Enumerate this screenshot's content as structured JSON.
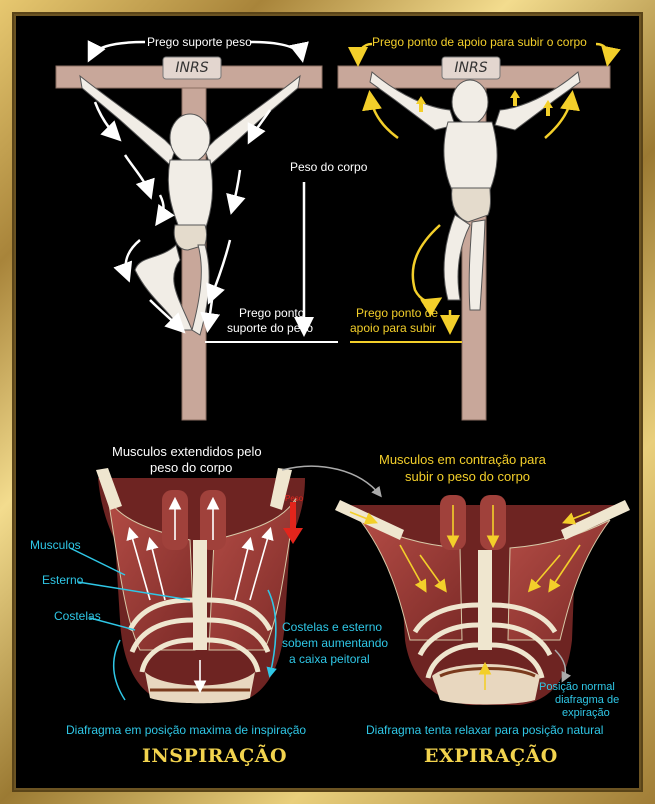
{
  "crucifix_left": {
    "plaque": "INRS",
    "top_label": "Prego suporte peso",
    "body_weight_label": "Peso do corpo",
    "foot_label_line1": "Prego ponto",
    "foot_label_line2": "suporte do peso"
  },
  "crucifix_right": {
    "plaque": "INRS",
    "top_label": "Prego ponto de apoio para subir o corpo",
    "foot_label_line1": "Prego ponto de",
    "foot_label_line2": "apoio para subir"
  },
  "torso_left": {
    "top_label_line1": "Musculos extendidos pelo",
    "top_label_line2": "peso do corpo",
    "weight_label": "Peso",
    "musculos": "Musculos",
    "esterno": "Esterno",
    "costelas": "Costelas",
    "ribs_label_line1": "Costelas e esterno",
    "ribs_label_line2": "sobem aumentando",
    "ribs_label_line3": "a caixa peitoral",
    "diaphragm_label": "Diafragma em posição maxima de inspiração",
    "title": "INSPIRAÇÃO"
  },
  "torso_right": {
    "top_label_line1": "Musculos em contração para",
    "top_label_line2": "subir o peso do corpo",
    "normal_label_line1": "Posição normal",
    "normal_label_line2": "diafragma de",
    "normal_label_line3": "expiração",
    "diaphragm_label": "Diafragma tenta relaxar para posição natural",
    "title": "EXPIRAÇÃO"
  },
  "colors": {
    "wood": "#c8a79a",
    "muscle": "#9b3b36",
    "bone": "#efe6cf",
    "yellow": "#f3cf2a",
    "cyan": "#2fc7e6",
    "red": "#e3251c",
    "frame_gold": "#d9b65c"
  }
}
